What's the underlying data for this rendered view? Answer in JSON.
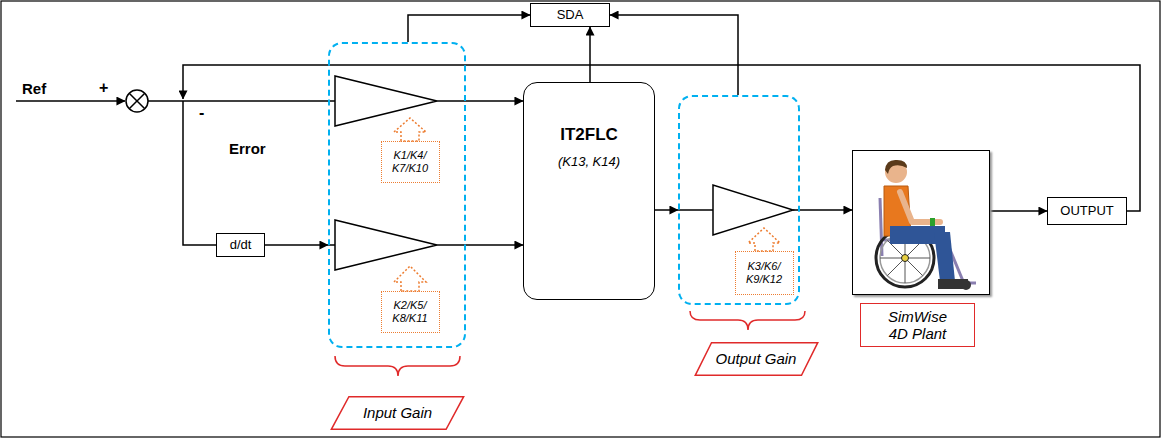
{
  "diagram": {
    "nodes": [
      {
        "text": [
          "SDA"
        ]
      },
      {
        "text": [
          "d/dt"
        ]
      },
      {
        "text": []
      },
      {
        "text": [
          "K1/K4/ K7/K10"
        ],
        "in": 2
      },
      {
        "text": [
          "K2/K5/ K8/K11"
        ],
        "in": 2
      },
      {
        "text": [
          "IT2FLC",
          "(K13, K14)"
        ]
      },
      {
        "text": []
      },
      {
        "text": [
          "K3/K6/ K9/K12"
        ],
        "in": 6
      },
      {
        "text": []
      },
      {
        "text": [
          "OUTPUT"
        ]
      },
      {
        "text": [
          "Input Gain"
        ]
      },
      {
        "text": [
          "Output Gain"
        ]
      },
      {
        "text": [
          "SimWise 4D Plant"
        ]
      }
    ],
    "edges": [
      {
        "from": 1,
        "to": 2,
        "arrow": "to"
      },
      {
        "from": 2,
        "to": 5,
        "arrow": "to"
      },
      {
        "from": 2,
        "to": 5,
        "arrow": "to"
      },
      {
        "from": 2,
        "to": 0,
        "arrow": "to"
      },
      {
        "from": 5,
        "to": 0,
        "arrow": "to"
      },
      {
        "from": 5,
        "to": 6,
        "arrow": "to"
      },
      {
        "from": 6,
        "to": 0,
        "arrow": "to"
      },
      {
        "from": 6,
        "to": 8,
        "arrow": "to"
      },
      {
        "from": 8,
        "to": 9,
        "arrow": "to"
      }
    ],
    "labels": [
      "Ref",
      "+",
      "-",
      "Error"
    ]
  }
}
